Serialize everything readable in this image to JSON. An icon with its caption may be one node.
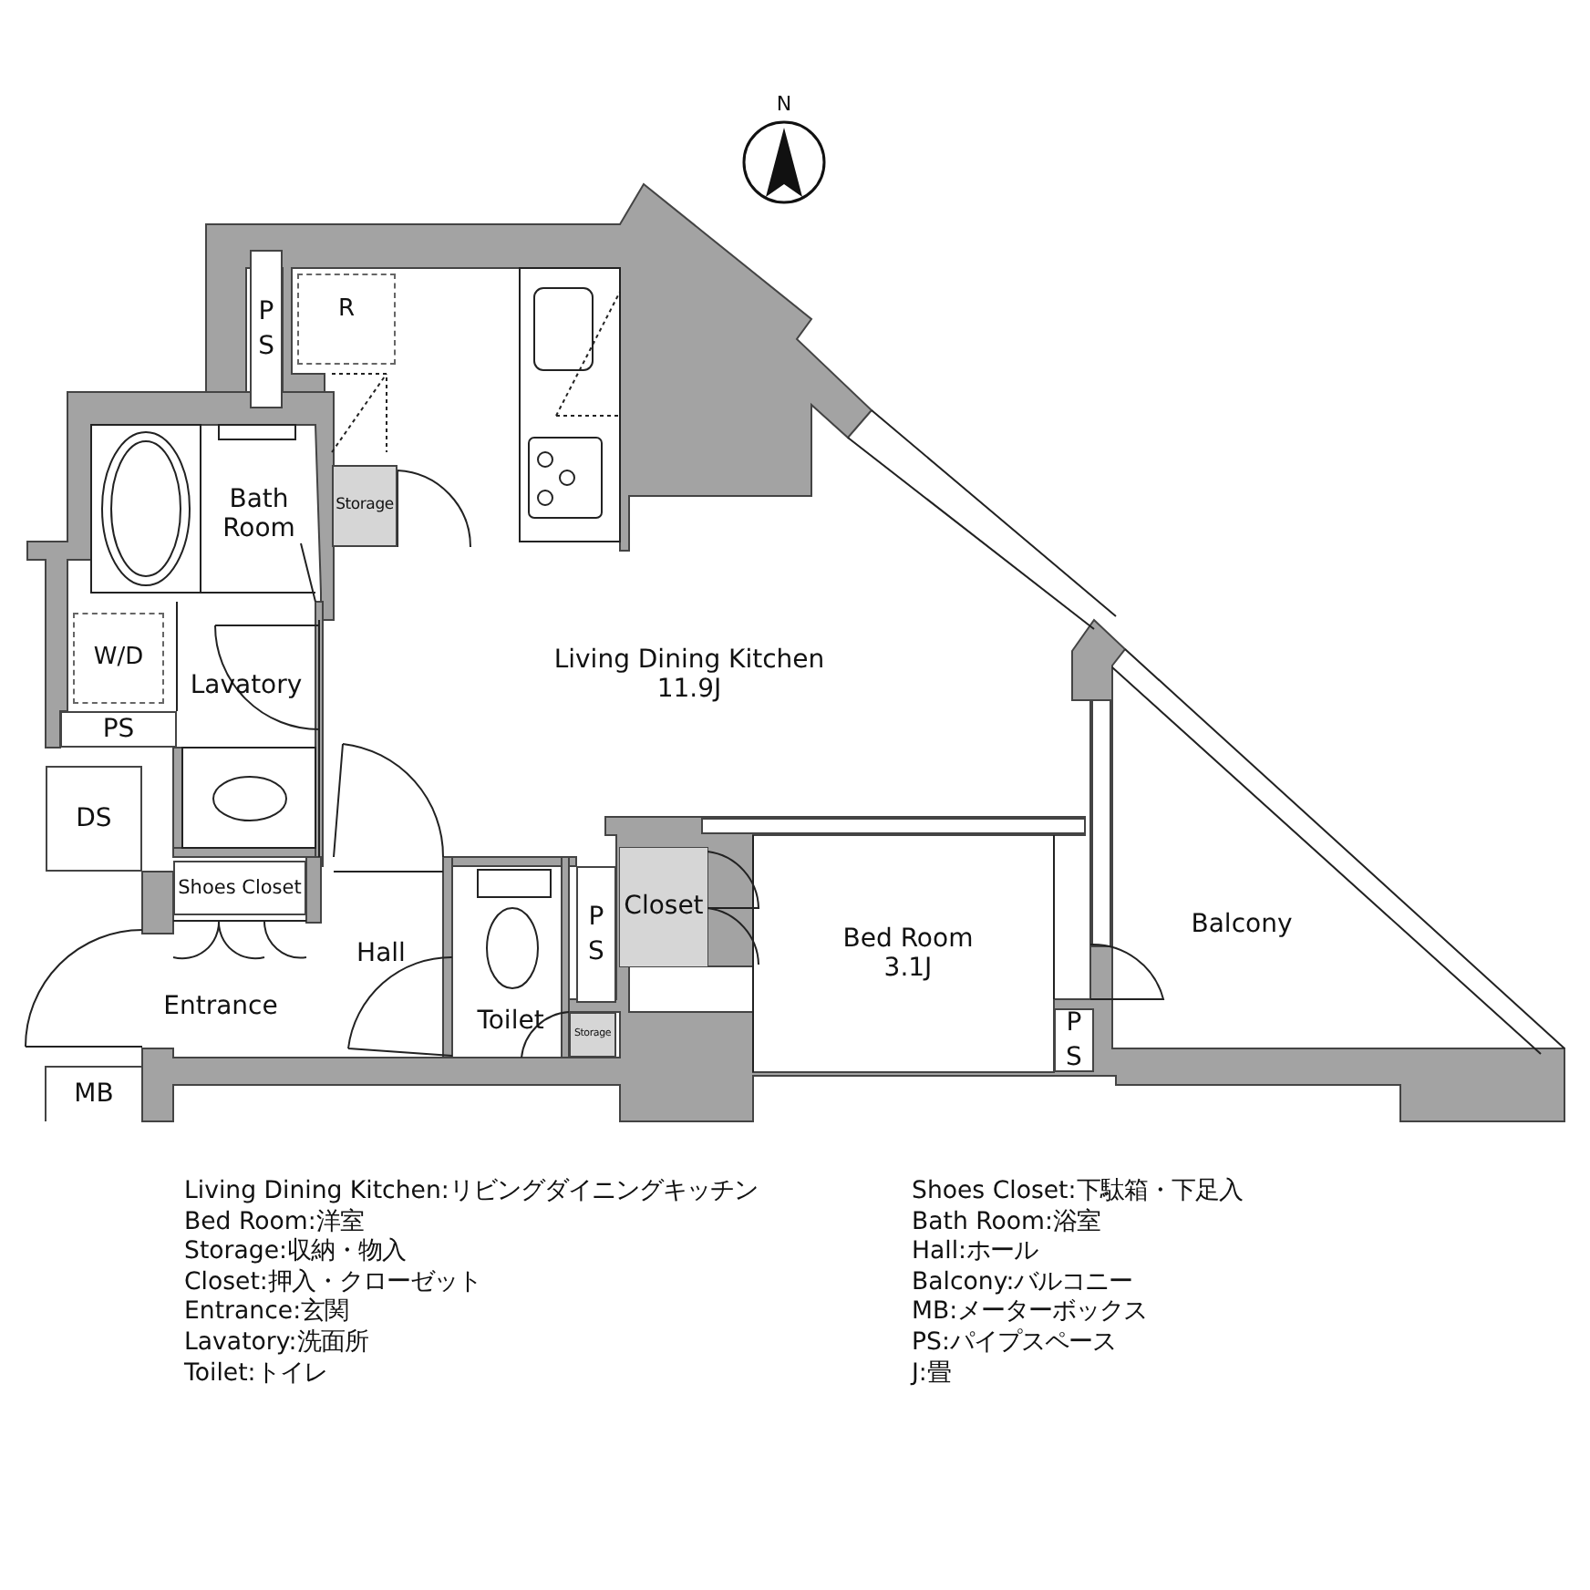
{
  "diagram": {
    "nodes": [
      {
        "text": [
          "PS"
        ]
      },
      {
        "text": [
          "R"
        ]
      },
      {
        "text": [
          "Storage"
        ]
      },
      {
        "text": [
          "W/D"
        ]
      },
      {
        "text": [
          "PS"
        ]
      },
      {
        "text": [
          "DS"
        ]
      },
      {
        "text": [
          "Closet"
        ]
      },
      {
        "text": [
          "Shoes Closet"
        ]
      },
      {
        "text": [
          "PS"
        ]
      },
      {
        "text": [
          "Storage"
        ]
      },
      {
        "text": [
          "PS"
        ]
      },
      {
        "text": [
          "MB"
        ]
      }
    ],
    "edges": [],
    "labels": [
      "N",
      "Bath Room",
      "Living Dining Kitchen 11.9J",
      "Lavatory",
      "Hall",
      "Entrance",
      "Bed Room 3.1J",
      "Balcony",
      "Toilet",
      "Living Dining Kitchen:リビングダイニングキッチン",
      "Bed Room:洋室",
      "Storage:収納・物入",
      "Closet:押入・クローゼット",
      "Entrance:玄関",
      "Lavatory:洗面所",
      "Toilet:トイレ",
      "Shoes Closet:下駄箱・下足入",
      "Bath Room:浴室",
      "Hall:ホール",
      "Balcony:バルコニー",
      "MB:メーターボックス",
      "PS:パイプスペース",
      "J:畳"
    ]
  }
}
